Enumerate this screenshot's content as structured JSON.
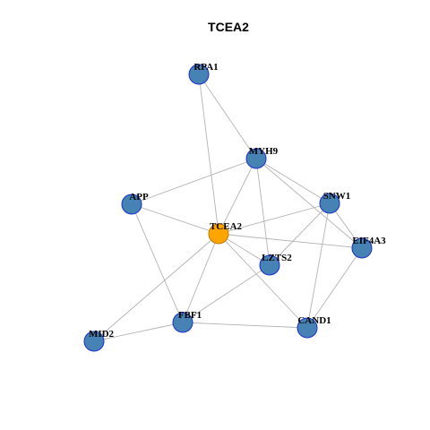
{
  "title": "TCEA2",
  "colors": {
    "center_fill": "#FFA500",
    "center_stroke": "#C07A00",
    "node_fill": "#4682B4",
    "node_stroke": "#1A2FD0",
    "edge": "#B3B3B3"
  },
  "nodes": [
    {
      "id": "TCEA2",
      "label": "TCEA2",
      "center": true
    },
    {
      "id": "RPA1",
      "label": "RPA1",
      "center": false
    },
    {
      "id": "MYH9",
      "label": "MYH9",
      "center": false
    },
    {
      "id": "APP",
      "label": "APP",
      "center": false
    },
    {
      "id": "SNW1",
      "label": "SNW1",
      "center": false
    },
    {
      "id": "EIF4A3",
      "label": "EIF4A3",
      "center": false
    },
    {
      "id": "LZTS2",
      "label": "LZTS2",
      "center": false
    },
    {
      "id": "FBF1",
      "label": "FBF1",
      "center": false
    },
    {
      "id": "CAND1",
      "label": "CAND1",
      "center": false
    },
    {
      "id": "MID2",
      "label": "MID2",
      "center": false
    }
  ],
  "edges": [
    [
      "RPA1",
      "MYH9"
    ],
    [
      "RPA1",
      "TCEA2"
    ],
    [
      "MYH9",
      "TCEA2"
    ],
    [
      "MYH9",
      "APP"
    ],
    [
      "MYH9",
      "SNW1"
    ],
    [
      "MYH9",
      "EIF4A3"
    ],
    [
      "MYH9",
      "LZTS2"
    ],
    [
      "APP",
      "TCEA2"
    ],
    [
      "APP",
      "FBF1"
    ],
    [
      "SNW1",
      "TCEA2"
    ],
    [
      "SNW1",
      "LZTS2"
    ],
    [
      "SNW1",
      "EIF4A3"
    ],
    [
      "SNW1",
      "CAND1"
    ],
    [
      "TCEA2",
      "EIF4A3"
    ],
    [
      "TCEA2",
      "LZTS2"
    ],
    [
      "TCEA2",
      "FBF1"
    ],
    [
      "TCEA2",
      "CAND1"
    ],
    [
      "TCEA2",
      "MID2"
    ],
    [
      "EIF4A3",
      "CAND1"
    ],
    [
      "LZTS2",
      "FBF1"
    ],
    [
      "FBF1",
      "MID2"
    ],
    [
      "FBF1",
      "CAND1"
    ]
  ]
}
